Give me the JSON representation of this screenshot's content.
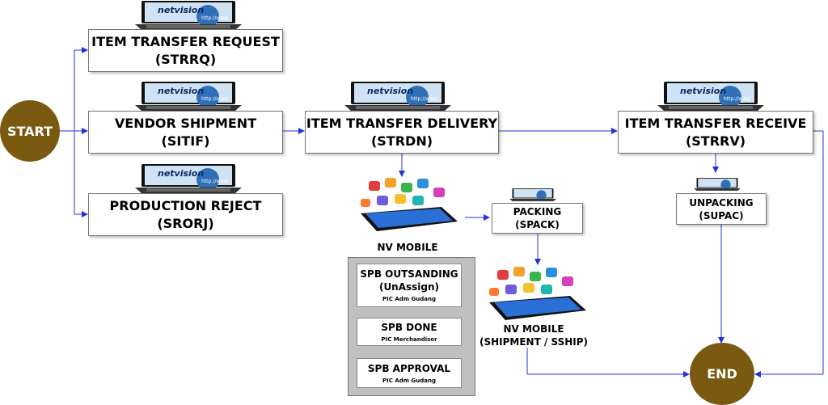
{
  "nodes": {
    "start": "START",
    "end": "END",
    "strrq": {
      "title": "ITEM TRANSFER REQUEST",
      "code": "(STRRQ)"
    },
    "sitif": {
      "title": "VENDOR SHIPMENT",
      "code": "(SITIF)"
    },
    "srorj": {
      "title": "PRODUCTION REJECT",
      "code": "(SRORJ)"
    },
    "strdn": {
      "title": "ITEM TRANSFER DELIVERY",
      "code": "(STRDN)"
    },
    "strrv": {
      "title": "ITEM TRANSFER RECEIVE",
      "code": "(STRRV)"
    },
    "spack": {
      "title": "PACKING",
      "code": "(SPACK)"
    },
    "supac": {
      "title": "UNPACKING",
      "code": "(SUPAC)"
    },
    "nvmobile1": "NV MOBILE",
    "nvmobile2": {
      "line1": "NV MOBILE",
      "line2": "(SHIPMENT / SSHIP)"
    }
  },
  "spb_steps": [
    {
      "title": "SPB OUTSANDING",
      "title2": "(UnAssign)",
      "pic": "PIC Adm Gudang"
    },
    {
      "title": "SPB DONE",
      "pic": "PIC Merchandiser"
    },
    {
      "title": "SPB APPROVAL",
      "pic": "PIC Adm Gudang"
    }
  ],
  "laptop_logo": "netvision",
  "laptop_url": "http://www",
  "colors": {
    "arrow": "#2233dd",
    "circle": "#7a5a10",
    "panel": "#c0c0c0"
  }
}
